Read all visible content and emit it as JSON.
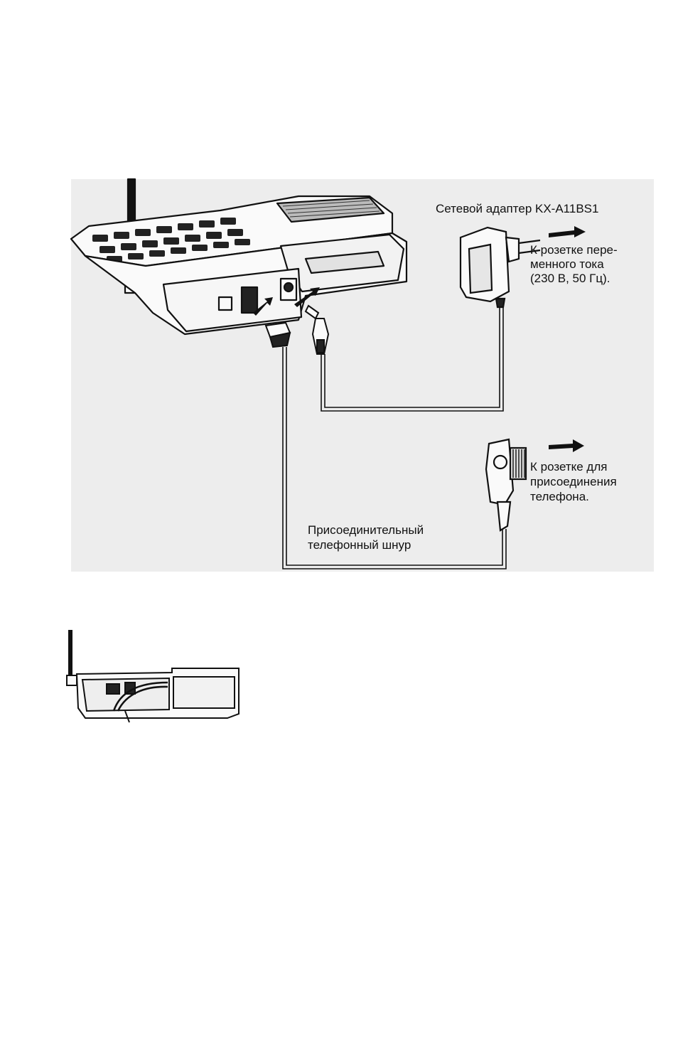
{
  "labels": {
    "adapter_title": "Сетевой адаптер KX-A11BS1",
    "ac_outlet_line1": "К розетке пере-",
    "ac_outlet_line2": "менного тока",
    "ac_outlet_line3": "(230 В, 50 Гц).",
    "tel_outlet_line1": "К розетке для",
    "tel_outlet_line2": "присоединения",
    "tel_outlet_line3": "телефона.",
    "cord_line1": "Присоединительный",
    "cord_line2": "телефонный шнур"
  },
  "icons": [
    "base-unit-drawing",
    "ac-adapter-icon",
    "phone-plug-icon",
    "modular-plug-icon",
    "power-plug-icon",
    "arrow-icon",
    "base-unit-side-view"
  ]
}
